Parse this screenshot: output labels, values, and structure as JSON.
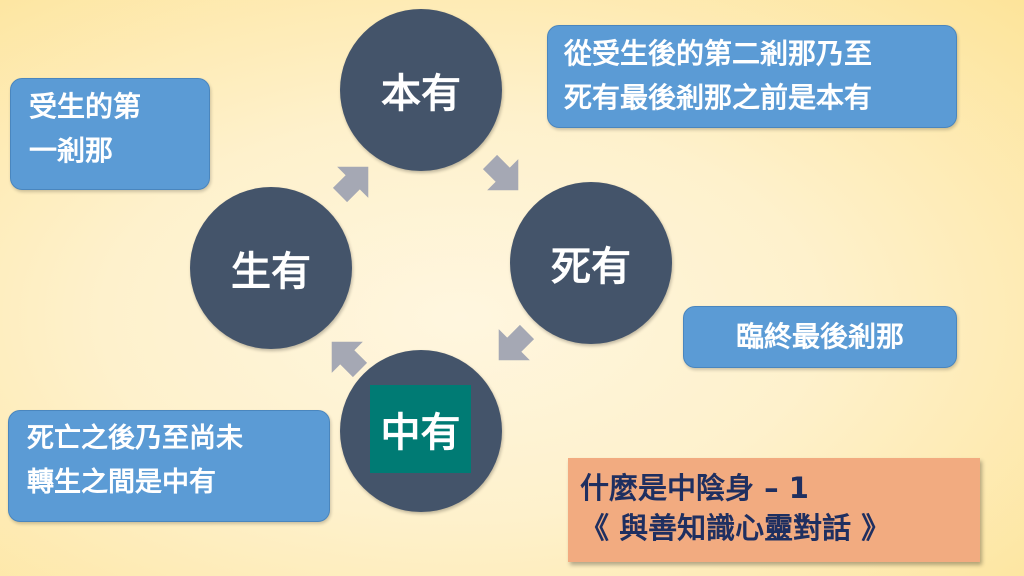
{
  "circles": {
    "benyou": "本有",
    "siyou": "死有",
    "zhongyou": "中有",
    "shengyou": "生有"
  },
  "notes": {
    "shengyou_note": [
      "受生的第",
      "一剎那"
    ],
    "benyou_note": [
      "從受生後的第二剎那乃至",
      "死有最後剎那之前是本有"
    ],
    "siyou_note": [
      "臨終最後剎那"
    ],
    "zhongyou_note": [
      "死亡之後乃至尚未",
      "轉生之間是中有"
    ]
  },
  "title": {
    "line1": "什麼是中陰身 – 1",
    "line2": "《 與善知識心靈對話 》"
  },
  "colors": {
    "circle": "#44546a",
    "note": "#5b9bd5",
    "title_bg": "#f2ab80",
    "highlight": "#007b74",
    "arrow": "#a5a8b4"
  }
}
